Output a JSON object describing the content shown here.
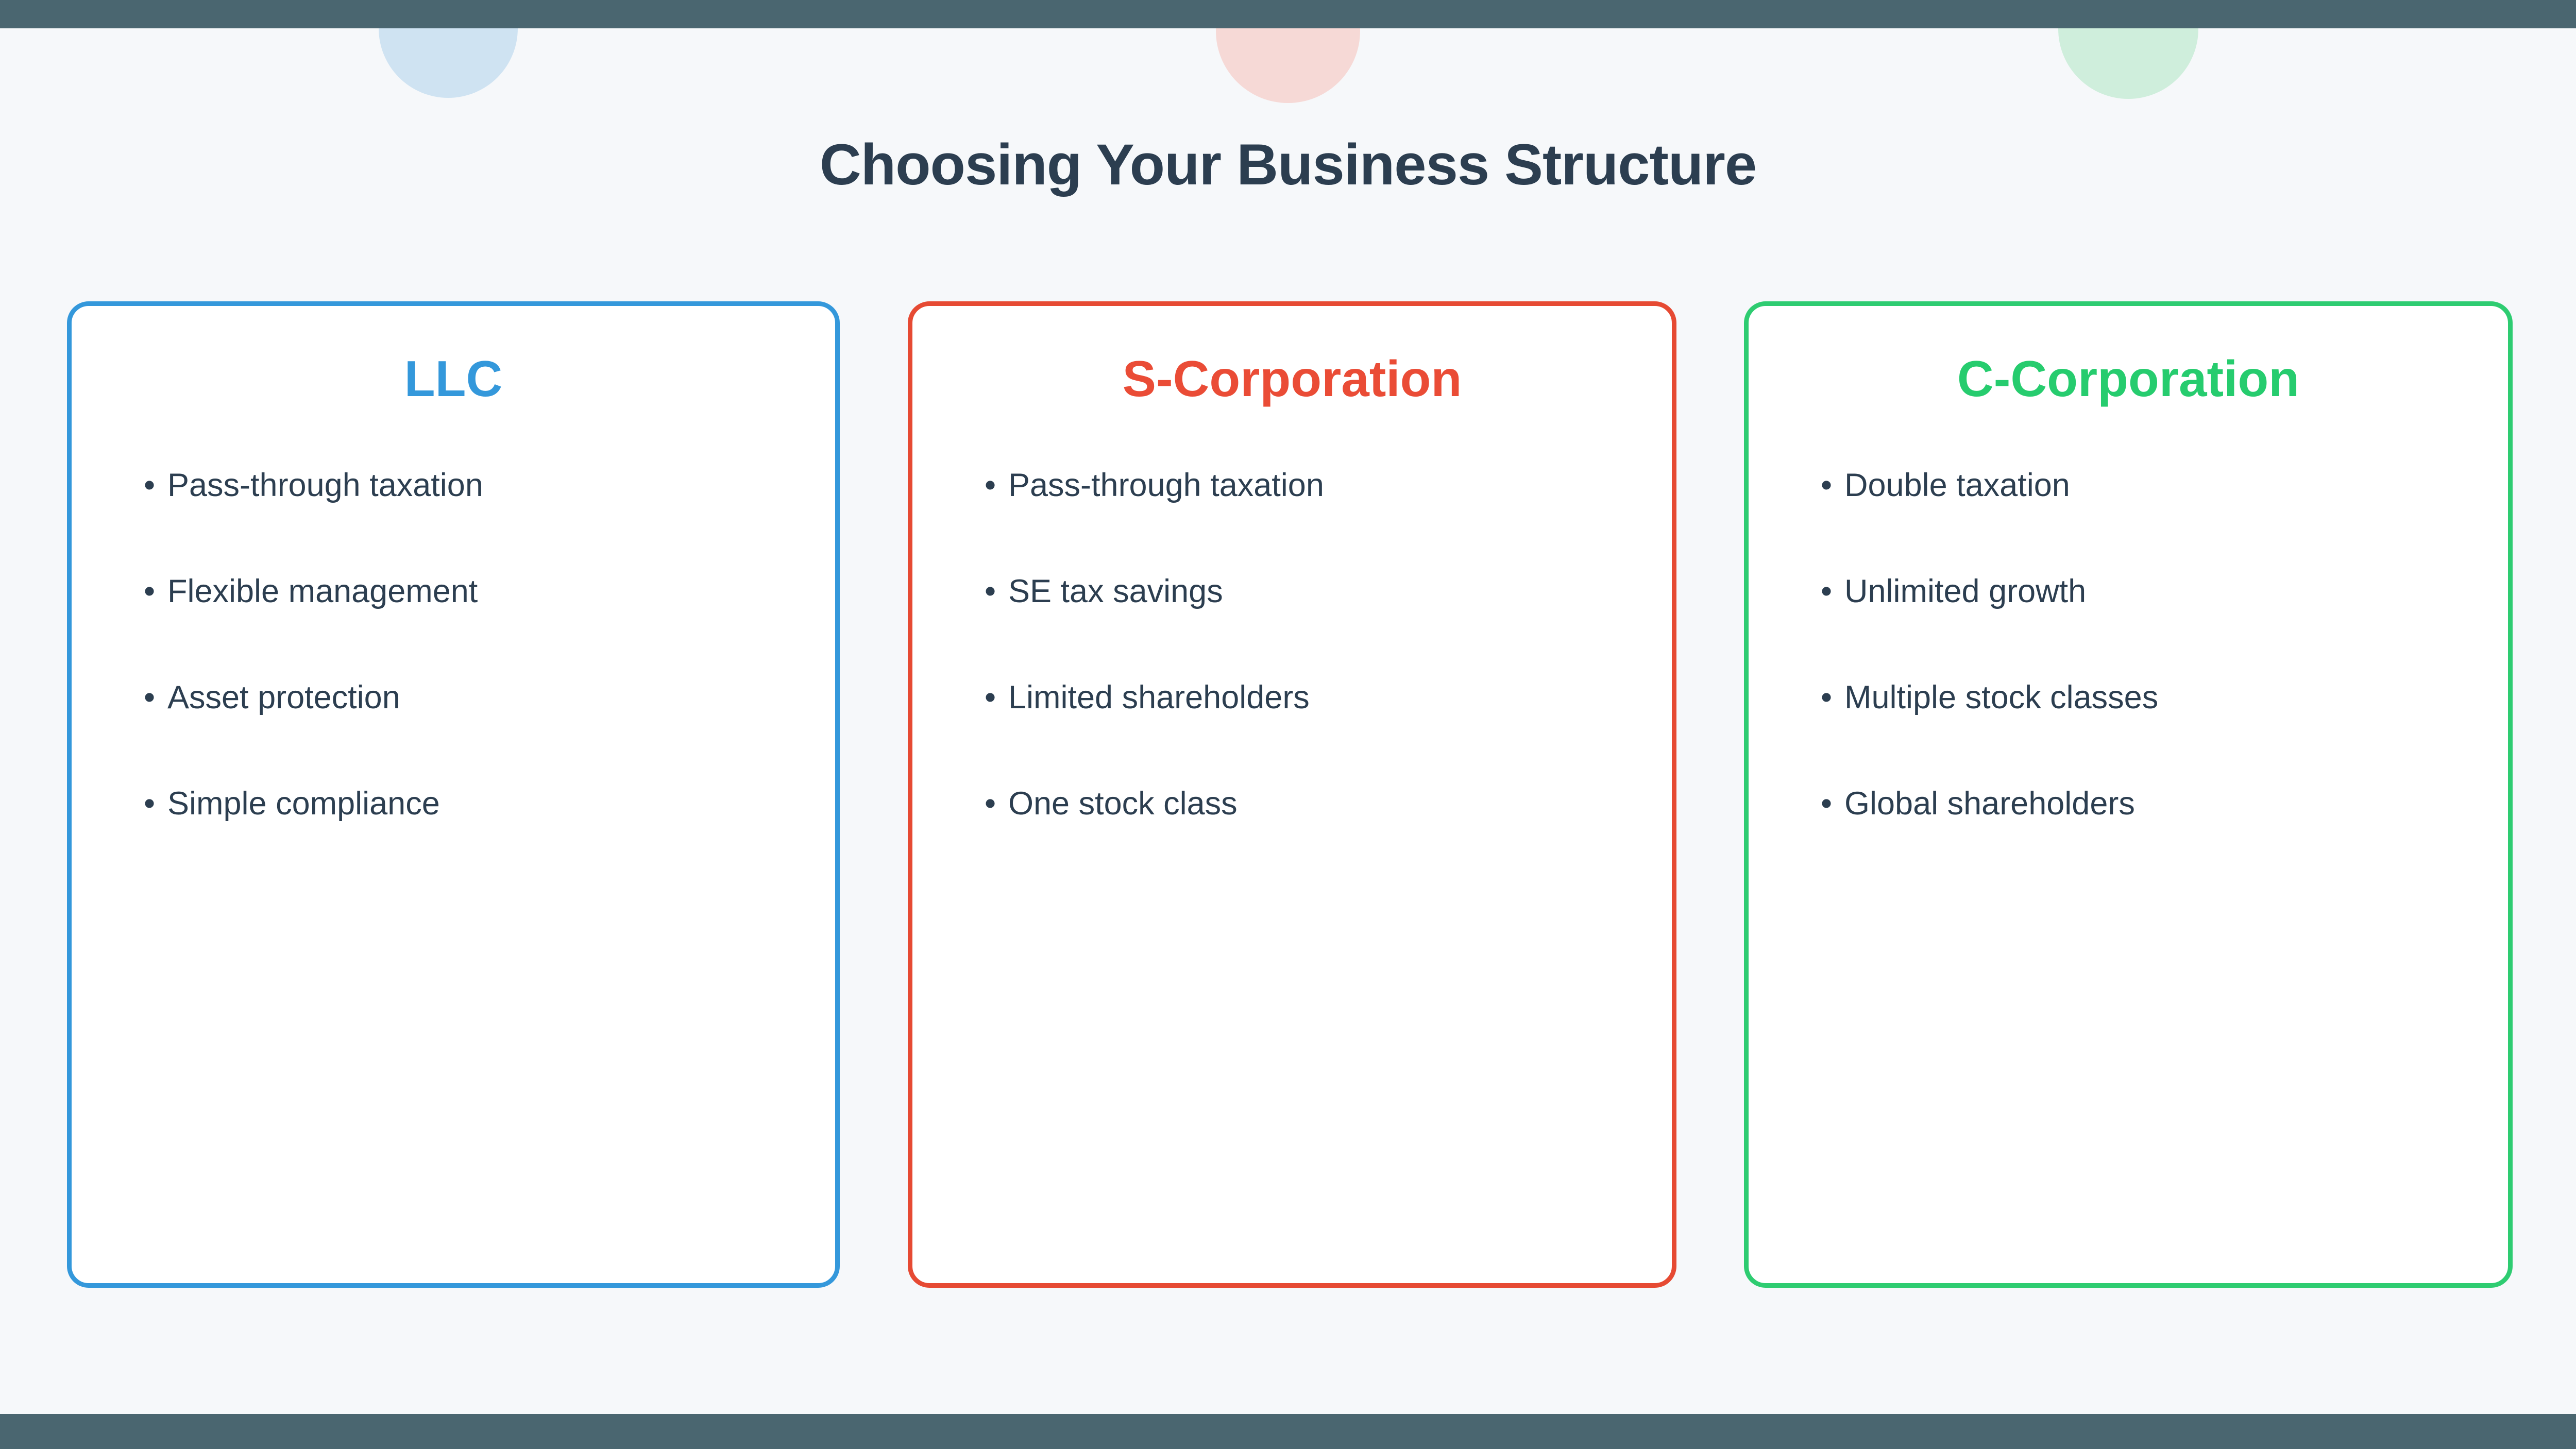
{
  "canvas": {
    "background_color": "#f6f8fa",
    "chrome_bar_color": "#4a6670"
  },
  "decorations": {
    "circles": [
      {
        "name": "blue-circle",
        "color": "#cfe3f2"
      },
      {
        "name": "red-circle",
        "color": "#f6d9d6"
      },
      {
        "name": "green-circle",
        "color": "#cfeedc"
      }
    ]
  },
  "header": {
    "title": "Choosing Your Business Structure",
    "title_color": "#2c3e50"
  },
  "cards": [
    {
      "id": "llc",
      "heading": "LLC",
      "accent_color": "#3498db",
      "bullet_marker": "•",
      "bullets": [
        "Pass-through taxation",
        "Flexible management",
        "Asset protection",
        "Simple compliance"
      ]
    },
    {
      "id": "s-corporation",
      "heading": "S-Corporation",
      "accent_color": "#e64a33",
      "bullet_marker": "•",
      "bullets": [
        "Pass-through taxation",
        "SE tax savings",
        "Limited shareholders",
        "One stock class"
      ]
    },
    {
      "id": "c-corporation",
      "heading": "C-Corporation",
      "accent_color": "#2ecc71",
      "bullet_marker": "•",
      "bullets": [
        "Double taxation",
        "Unlimited growth",
        "Multiple stock classes",
        "Global shareholders"
      ]
    }
  ]
}
